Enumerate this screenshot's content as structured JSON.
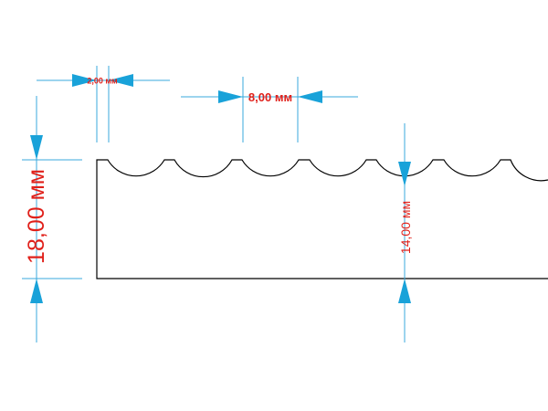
{
  "colors": {
    "background": "#ffffff",
    "outline": "#000000",
    "dimension_line": "#3aa8dc",
    "arrow": "#19a2d9",
    "label": "#e0201a"
  },
  "dimensions": {
    "small_gap": "2,00 мм",
    "pitch": "8,00 мм",
    "total_height": "18,00 мм",
    "body_height": "14,00 мм"
  }
}
